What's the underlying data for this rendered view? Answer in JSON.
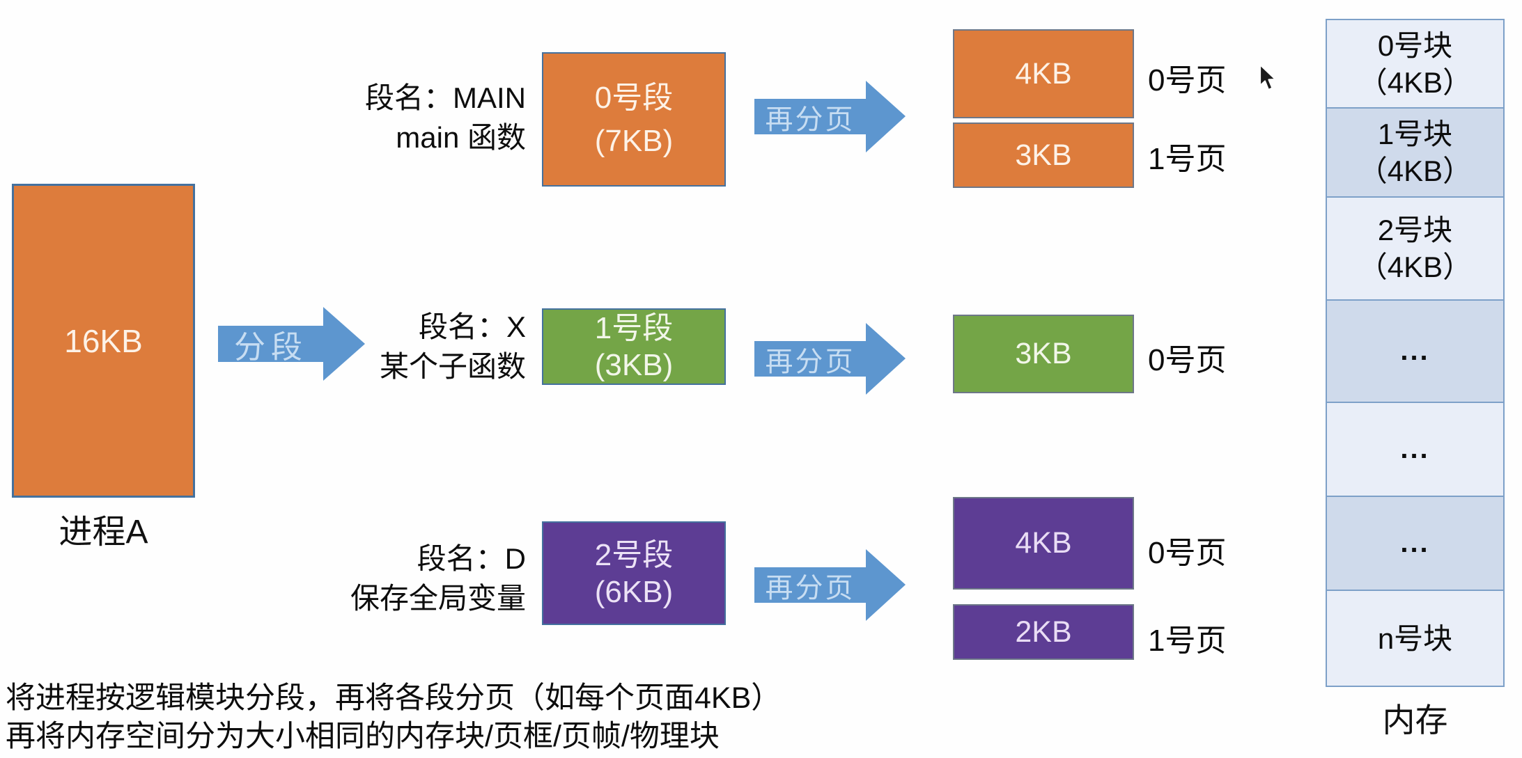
{
  "process": {
    "size": "16KB",
    "name": "进程A"
  },
  "segmentation_arrow": {
    "label": "分段"
  },
  "segments": [
    {
      "label_line1": "段名：MAIN",
      "label_line2": "main 函数",
      "box_line1": "0号段",
      "box_line2": "(7KB)",
      "arrow_label": "再分页",
      "pages": [
        {
          "size": "4KB",
          "label": "0号页"
        },
        {
          "size": "3KB",
          "label": "1号页"
        }
      ]
    },
    {
      "label_line1": "段名：X",
      "label_line2": "某个子函数",
      "box_line1": "1号段",
      "box_line2": "(3KB)",
      "arrow_label": "再分页",
      "pages": [
        {
          "size": "3KB",
          "label": "0号页"
        }
      ]
    },
    {
      "label_line1": "段名：D",
      "label_line2": "保存全局变量",
      "box_line1": "2号段",
      "box_line2": "(6KB)",
      "arrow_label": "再分页",
      "pages": [
        {
          "size": "4KB",
          "label": "0号页"
        },
        {
          "size": "2KB",
          "label": "1号页"
        }
      ]
    }
  ],
  "memory": {
    "blocks": [
      {
        "line1": "0号块",
        "line2": "（4KB）"
      },
      {
        "line1": "1号块",
        "line2": "（4KB）"
      },
      {
        "line1": "2号块",
        "line2": "（4KB）"
      },
      {
        "line1": "..."
      },
      {
        "line1": "..."
      },
      {
        "line1": "..."
      },
      {
        "line1": "n号块"
      }
    ],
    "caption": "内存"
  },
  "footer": {
    "line1": "将进程按逻辑模块分段，再将各段分页（如每个页面4KB）",
    "line2": "再将内存空间分为大小相同的内存块/页框/页帧/物理块"
  },
  "colors": {
    "orange": "#dd7c3c",
    "green": "#74a547",
    "purple": "#5d3d94",
    "arrow_blue": "#5d96cf",
    "arrow_text": "#c7ddf2",
    "memory_light": "#e9eef8",
    "memory_dark": "#cfdaeb",
    "memory_border": "#7da0c8",
    "box_border": "#44719e"
  }
}
